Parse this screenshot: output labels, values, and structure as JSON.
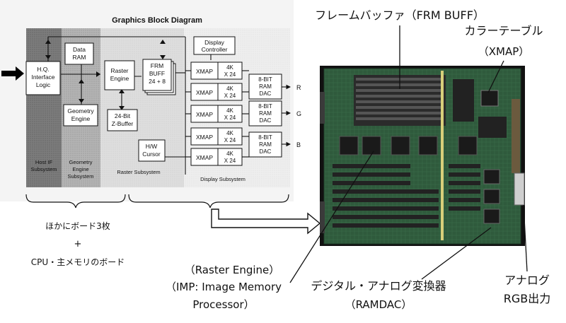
{
  "block_diagram": {
    "title": "Graphics Block Diagram",
    "blocks": {
      "hq": [
        "H.Q.",
        "Interface",
        "Logic"
      ],
      "data_ram": [
        "Data",
        "RAM"
      ],
      "geometry": [
        "Geometry",
        "Engine"
      ],
      "raster": [
        "Raster",
        "Engine"
      ],
      "zbuffer": [
        "24-Bit",
        "Z-Buffer"
      ],
      "frm_buff": [
        "FRM",
        "BUFF",
        "24 + 8"
      ],
      "display_controller": [
        "Display",
        "Controller"
      ],
      "hw_cursor": [
        "H/W",
        "Cursor"
      ],
      "xmap": "XMAP",
      "lut": [
        "4K",
        "X 24"
      ],
      "ramdac": [
        "8-BIT",
        "RAM",
        "DAC"
      ]
    },
    "outputs": [
      "R",
      "G",
      "B"
    ],
    "subsystems": {
      "host": [
        "Host IF",
        "Subsystem"
      ],
      "geometry": [
        "Geometry",
        "Engine",
        "Subsystem"
      ],
      "raster": "Raster Subsystem",
      "display": "Display Subsystem"
    }
  },
  "notes": {
    "other_boards_1": "ほかにボード3枚",
    "plus": "+",
    "other_boards_2": "CPU・主メモリのボード"
  },
  "labels": {
    "frame_buffer": "フレームバッファ（FRM BUFF）",
    "color_table_1": "カラーテーブル",
    "color_table_2": "（XMAP）",
    "raster_engine_1": "（Raster Engine）",
    "raster_engine_2": "（IMP: Image Memory",
    "raster_engine_3": "Processor）",
    "dac_1": "デジタル・アナログ変換器",
    "dac_2": "（RAMDAC）",
    "analog_1": "アナログ",
    "analog_2": "RGB出力"
  }
}
